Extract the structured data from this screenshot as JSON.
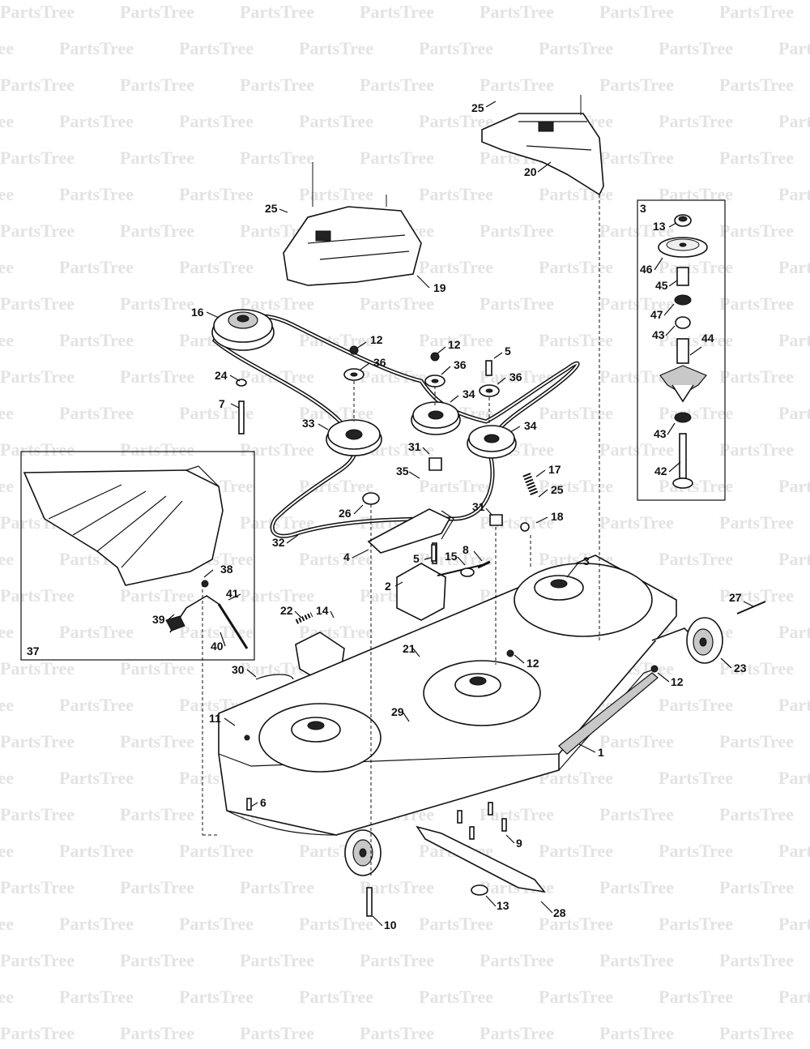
{
  "watermark": {
    "text": "PartsTree"
  },
  "callouts": [
    {
      "id": "c25a",
      "text": "25"
    },
    {
      "id": "c20",
      "text": "20"
    },
    {
      "id": "c25b",
      "text": "25"
    },
    {
      "id": "c19",
      "text": "19"
    },
    {
      "id": "c16",
      "text": "16"
    },
    {
      "id": "c12a",
      "text": "12"
    },
    {
      "id": "c36a",
      "text": "36"
    },
    {
      "id": "c12b",
      "text": "12"
    },
    {
      "id": "c36b",
      "text": "36"
    },
    {
      "id": "c5a",
      "text": "5"
    },
    {
      "id": "c36c",
      "text": "36"
    },
    {
      "id": "c24",
      "text": "24"
    },
    {
      "id": "c7",
      "text": "7"
    },
    {
      "id": "c34a",
      "text": "34"
    },
    {
      "id": "c33",
      "text": "33"
    },
    {
      "id": "c34b",
      "text": "34"
    },
    {
      "id": "c31a",
      "text": "31"
    },
    {
      "id": "c35",
      "text": "35"
    },
    {
      "id": "c17",
      "text": "17"
    },
    {
      "id": "c25c",
      "text": "25"
    },
    {
      "id": "c26",
      "text": "26"
    },
    {
      "id": "c31b",
      "text": "31"
    },
    {
      "id": "c18",
      "text": "18"
    },
    {
      "id": "c32",
      "text": "32"
    },
    {
      "id": "c4",
      "text": "4"
    },
    {
      "id": "c5b",
      "text": "5"
    },
    {
      "id": "c15",
      "text": "15"
    },
    {
      "id": "c8",
      "text": "8"
    },
    {
      "id": "c3a",
      "text": "3"
    },
    {
      "id": "c2",
      "text": "2"
    },
    {
      "id": "c38",
      "text": "38"
    },
    {
      "id": "c41",
      "text": "41"
    },
    {
      "id": "c39",
      "text": "39"
    },
    {
      "id": "c40",
      "text": "40"
    },
    {
      "id": "c37",
      "text": "37"
    },
    {
      "id": "c22",
      "text": "22"
    },
    {
      "id": "c14",
      "text": "14"
    },
    {
      "id": "c27",
      "text": "27"
    },
    {
      "id": "c21",
      "text": "21"
    },
    {
      "id": "c12c",
      "text": "12"
    },
    {
      "id": "c30",
      "text": "30"
    },
    {
      "id": "c12d",
      "text": "12"
    },
    {
      "id": "c23",
      "text": "23"
    },
    {
      "id": "c11",
      "text": "11"
    },
    {
      "id": "c29",
      "text": "29"
    },
    {
      "id": "c1",
      "text": "1"
    },
    {
      "id": "c6",
      "text": "6"
    },
    {
      "id": "c9",
      "text": "9"
    },
    {
      "id": "c13a",
      "text": "13"
    },
    {
      "id": "c28",
      "text": "28"
    },
    {
      "id": "c10",
      "text": "10"
    },
    {
      "id": "c3b",
      "text": "3"
    },
    {
      "id": "c13b",
      "text": "13"
    },
    {
      "id": "c46",
      "text": "46"
    },
    {
      "id": "c45",
      "text": "45"
    },
    {
      "id": "c47",
      "text": "47"
    },
    {
      "id": "c43a",
      "text": "43"
    },
    {
      "id": "c44",
      "text": "44"
    },
    {
      "id": "c43b",
      "text": "43"
    },
    {
      "id": "c42",
      "text": "42"
    }
  ]
}
